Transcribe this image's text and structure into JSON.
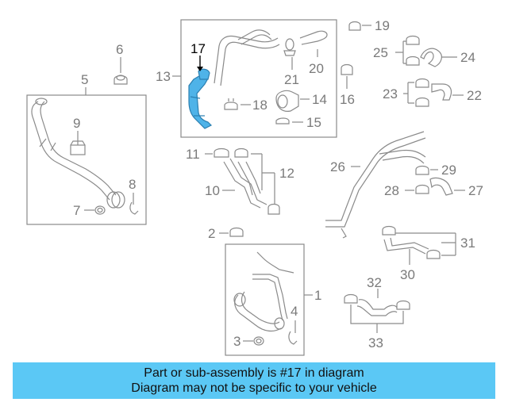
{
  "diagram": {
    "highlight_color": "#4fb3e8",
    "line_color": "#8a8a8a",
    "callouts": {
      "c1": "1",
      "c2": "2",
      "c3": "3",
      "c4": "4",
      "c5": "5",
      "c6": "6",
      "c7": "7",
      "c8": "8",
      "c9": "9",
      "c10": "10",
      "c11": "11",
      "c12": "12",
      "c13": "13",
      "c14": "14",
      "c15": "15",
      "c16": "16",
      "c17": "17",
      "c18": "18",
      "c19": "19",
      "c20": "20",
      "c21": "21",
      "c22": "22",
      "c23": "23",
      "c24": "24",
      "c25": "25",
      "c26": "26",
      "c27": "27",
      "c28": "28",
      "c29": "29",
      "c30": "30",
      "c31": "31",
      "c32": "32",
      "c33": "33"
    }
  },
  "banner": {
    "line1": "Part or sub-assembly is #17 in diagram",
    "line2": "Diagram may not be specific to your vehicle",
    "color": "#5bc8f5"
  }
}
